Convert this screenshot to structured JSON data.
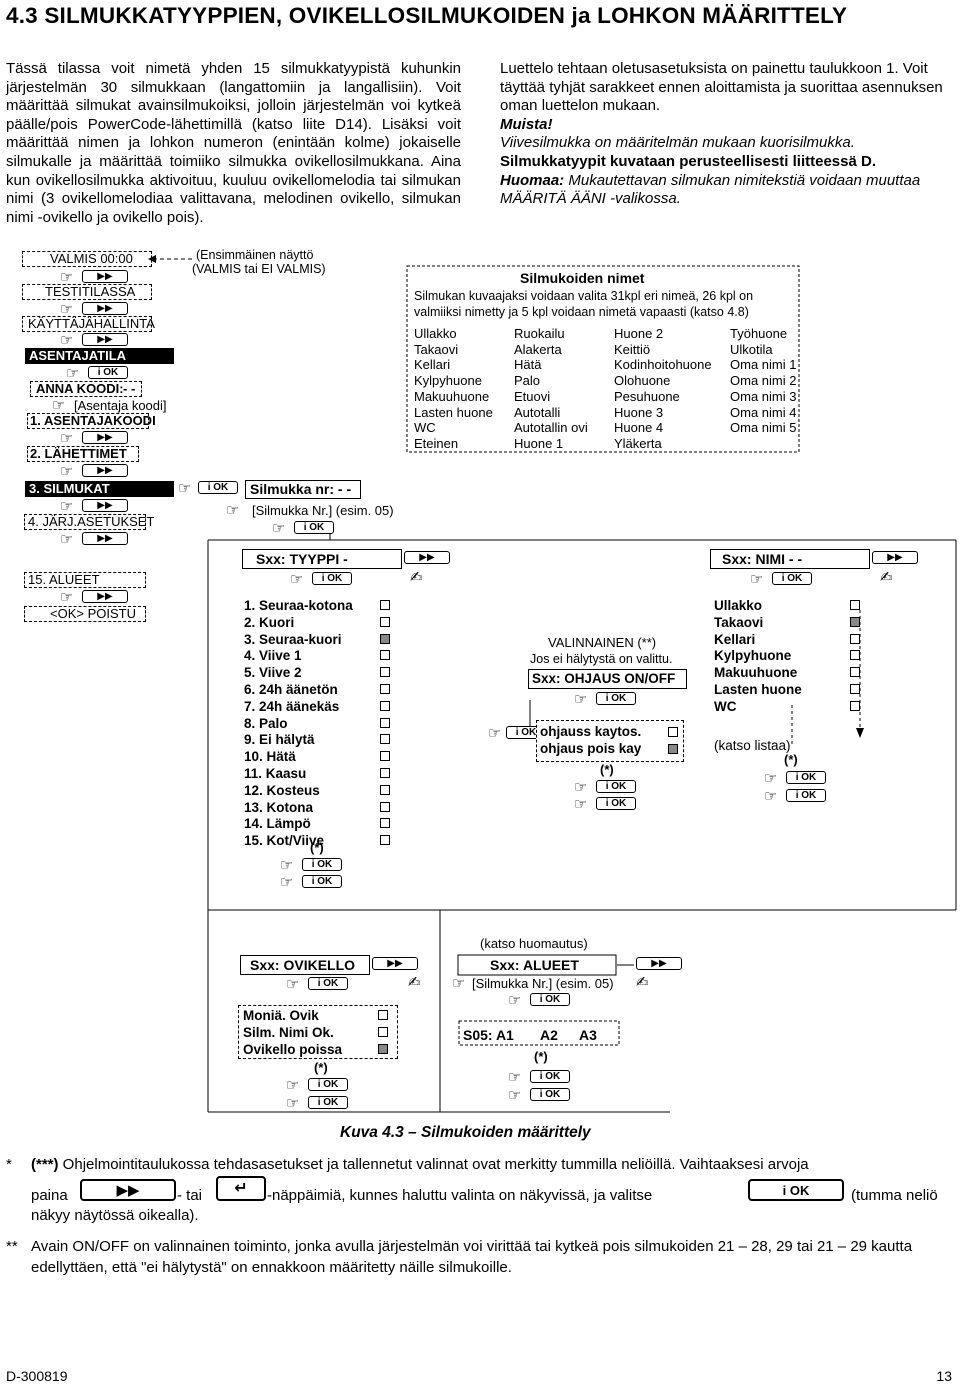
{
  "heading": "4.3 SILMUKKATYYPPIEN, OVIKELLOSILMUKOIDEN ja LOHKON MÄÄRITTELY",
  "intro_left": "Tässä tilassa voit nimetä yhden 15 silmukkatyypistä kuhunkin järjestelmän 30 silmukkaan (langattomiin ja langallisiin). Voit määrittää silmukat avainsilmukoiksi, jolloin järjestelmän voi kytkeä päälle/pois PowerCode-lähettimillä (katso liite D14). Lisäksi voit määrittää nimen ja lohkon numeron (enintään kolme) jokaiselle silmukalle ja määrittää toimiiko silmukka ovikellosilmukkana. Aina kun ovikellosilmukka aktivoituu, kuuluu ovikellomelodia tai silmukan nimi (3 ovikellomelodiaa valittavana, melodinen ovikello, silmukan nimi -ovikello ja ovikello pois).",
  "intro_right": {
    "p1": "Luettelo tehtaan oletusasetuksista on painettu taulukkoon 1. Voit täyttää tyhjät sarakkeet ennen aloittamista ja suorittaa asennuksen oman luettelon mukaan.",
    "muista": "Muista!",
    "muista_text": "Viivesilmukka on määritelmän mukaan kuorisilmukka.",
    "types_note": "Silmukkatyypit kuvataan perusteellisesti liitteessä D.",
    "huomaa": "Huomaa:",
    "huomaa_text": " Mukautettavan silmukan nimitekstiä voidaan muuttaa MÄÄRITÄ ÄÄNI -valikossa."
  },
  "menu": {
    "valmis": "VALMIS 00:00",
    "initial_note_1": "(Ensimmäinen näyttö",
    "initial_note_2": "(VALMIS tai EI VALMIS)",
    "testitila": "TESTITILASSA",
    "kayttaja": "KÄYTTÄJÄHALLINTA",
    "asentajatila": "ASENTAJATILA",
    "anna_koodi": "ANNA KOODI:",
    "anna_koodi_dashes": "- -",
    "asentaja_koodi": "[Asentaja koodi]",
    "asentajakoodi": "1. ASENTAJAKOODI",
    "lahettimet": "2. LÄHETTIMET",
    "silmukat": "3. SILMUKAT",
    "jarj": "4. JÄRJ.ASETUKSET",
    "alueet": "15. ALUEET",
    "poistu": "<OK> POISTU"
  },
  "keys": {
    "next": "▶▶",
    "ok": "i OK",
    "back": "↵"
  },
  "silmukka_nr": "Silmukka nr: - -",
  "silmukka_nr_hint": "[Silmukka Nr.] (esim. 05)",
  "names_box": {
    "title": "Silmukoiden nimet",
    "intro": "Silmukan kuvaajaksi voidaan valita 31kpl eri nimeä, 26 kpl on valmiiksi nimetty ja 5 kpl voidaan nimetä vapaasti (katso 4.8)",
    "col1": [
      "Ullakko",
      "Takaovi",
      "Kellari",
      "Kylpyhuone",
      "Makuuhuone",
      "Lasten huone",
      "WC",
      "Eteinen"
    ],
    "col2": [
      "Ruokailu",
      "Alakerta",
      "Hätä",
      "Palo",
      "Etuovi",
      "Autotalli",
      "Autotallin ovi",
      "Huone 1"
    ],
    "col3": [
      "Huone 2",
      "Keittiö",
      "Kodinhoitohuone",
      "Olohuone",
      "Pesuhuone",
      "Huone 3",
      "Huone 4",
      "Yläkerta"
    ],
    "col4": [
      "Työhuone",
      "Ulkotila",
      "Oma nimi 1",
      "Oma nimi 2",
      "Oma nimi 3",
      "Oma nimi 4",
      "Oma nimi 5"
    ]
  },
  "type_box": {
    "title": "Sxx: TYYPPI -",
    "items": [
      "1. Seuraa-kotona",
      "2. Kuori",
      "3. Seuraa-kuori",
      "4. Viive 1",
      "5. Viive 2",
      "6. 24h äänetön",
      "7. 24h äänekäs",
      "8. Palo",
      "9. Ei hälytä",
      "10. Hätä",
      "11. Kaasu",
      "12. Kosteus",
      "13. Kotona",
      "14. Lämpö",
      "15. Kot/Viive"
    ],
    "checked_index": 2,
    "star": "(*)"
  },
  "optional_box": {
    "label": "VALINNAINEN (**)",
    "condition": "Jos ei hälytystä on valittu.",
    "title": "Sxx: OHJAUS ON/OFF",
    "items": [
      "ohjauss kaytos.",
      "ohjaus pois kay"
    ],
    "checked_index": 1,
    "star": "(*)"
  },
  "name_box": {
    "title": "Sxx: NIMI - -",
    "items": [
      "Ullakko",
      "Takaovi",
      "Kellari",
      "Kylpyhuone",
      "Makuuhuone",
      "Lasten huone",
      "WC"
    ],
    "checked_index": 1,
    "see_list": "(katso listaa)",
    "star": "(*)"
  },
  "chime_box": {
    "title": "Sxx: OVIKELLO",
    "items": [
      "Moniä. Ovik",
      "Silm. Nimi Ok.",
      "Ovikello poissa"
    ],
    "checked_index": 2,
    "star": "(*)"
  },
  "area_box": {
    "note": "(katso huomautus)",
    "title": "Sxx: ALUEET",
    "hint": "[Silmukka Nr.] (esim. 05)",
    "display": [
      "S05: A1",
      "A2",
      "A3"
    ],
    "star": "(*)"
  },
  "caption": "Kuva 4.3 – Silmukoiden määrittely",
  "footnote1": {
    "marker": "*",
    "bold": "(***)",
    "text1": " Ohjelmointitaulukossa tehdasasetukset ja tallennetut valinnat ovat merkitty tummilla neliöillä. Vaihtaaksesi arvoja",
    "paina": "paina",
    "tai": "- tai",
    "text2": "-näppäimiä, kunnes haluttu valinta on näkyvissä, ja valitse",
    "text3": "(tumma neliö",
    "text4": "näkyy näytössä oikealla)."
  },
  "footnote2": {
    "marker": "**",
    "text": "Avain ON/OFF on valinnainen toiminto, jonka avulla järjestelmän voi virittää tai kytkeä pois silmukoiden 21 – 28, 29 tai 21 – 29 kautta edellyttäen, että \"ei hälytystä\" on ennakkoon määritetty näille silmukoille."
  },
  "footer": {
    "doc_id": "D-300819",
    "page": "13"
  }
}
